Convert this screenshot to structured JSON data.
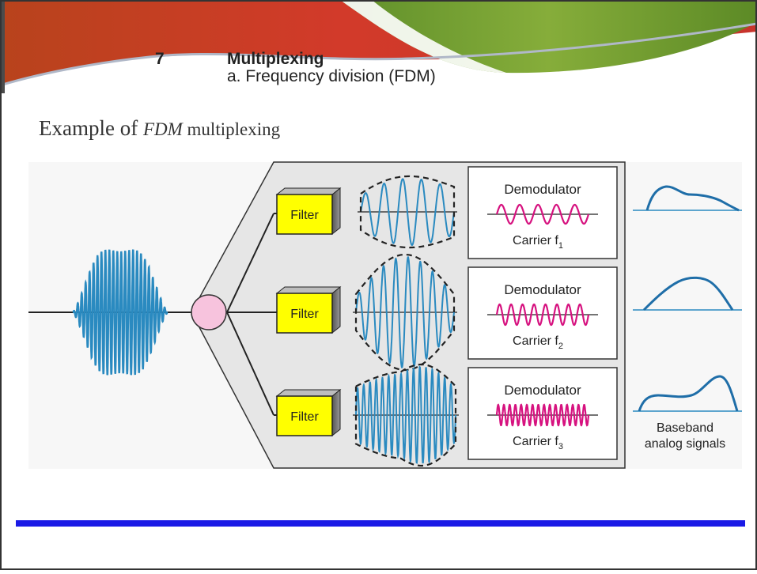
{
  "header": {
    "number": "7",
    "title": "Multiplexing",
    "subtitle": "a. Frequency division (FDM)"
  },
  "heading": {
    "prefix": "Example of ",
    "em": "FDM",
    "suffix": " multiplexing"
  },
  "diagram": {
    "channels": [
      {
        "filter_label": "Filter",
        "demod_label": "Demodulator",
        "carrier_label": "Carrier f",
        "carrier_sub": "1"
      },
      {
        "filter_label": "Filter",
        "demod_label": "Demodulator",
        "carrier_label": "Carrier f",
        "carrier_sub": "2"
      },
      {
        "filter_label": "Filter",
        "demod_label": "Demodulator",
        "carrier_label": "Carrier f",
        "carrier_sub": "3"
      }
    ],
    "baseband_label_1": "Baseband",
    "baseband_label_2": "analog signals"
  },
  "colors": {
    "wave": "#2a8ac0",
    "carrier": "#d6127f",
    "filter": "#ffff00",
    "splitter": "#f6c4dc",
    "panel": "#e9e9e9",
    "rule": "#1a1ae6",
    "header_red": "#cf3a2b",
    "header_green": "#6f9a2e"
  }
}
